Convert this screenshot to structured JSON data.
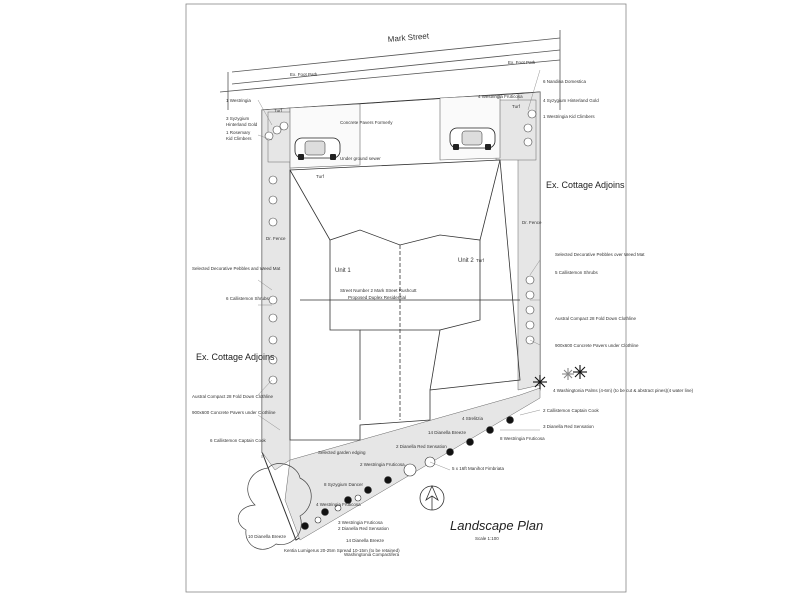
{
  "drawing": {
    "title": "Landscape Plan",
    "scale": "Scale 1:100",
    "street": "Mark Street",
    "adjoin_right": "Ex. Cottage Adjoins",
    "adjoin_left": "Ex. Cottage Adjoins",
    "unit_1": "Unit 1",
    "unit_2": "Unit 2",
    "center_note_1": "Street Number 2 Mark Street Rushcutt",
    "center_note_2": "Proposed Duplex Residential",
    "concrete_note": "Concrete Pavers Formerly",
    "roof_note": "Under ground sewer",
    "labels_left": [
      "1 Westringia",
      "3 Syzygium",
      "Hinterland Gold",
      "1 Rosemary",
      "Kid Climbers",
      "Selected Decorative Pebbles and Weed Mat",
      "6 Callistemon Shrubs",
      "Austral Compact 28 Fold Down Clothline",
      "900x600 Concrete Pavers under Clothline",
      "6 Callistemon Captain Cook",
      "Selected garden edging"
    ],
    "labels_right": [
      "6 Nandina Domestica",
      "4 Westringia Fruticosa",
      "4 Syzygium Hinterland Gold",
      "1 Westringia Kid Climbers",
      "Selected Decorative Pebbles over Weed Mat",
      "5 Callistemon Shrubs",
      "Austral Compact 28 Fold Down Clothline",
      "900x600 Concrete Pavers under Clothline",
      "4 Strelitzia",
      "3 Dianella Red Sensation",
      "2 Callistemon Captain Cook",
      "8 Westringia Fruticosa",
      "5 x 16ft Manihot Fimbriata"
    ],
    "labels_bottom": [
      "14 Dianella Breeze",
      "2 Dianella Red Sensation",
      "2 Westringia Fruticosa",
      "8 Syzygium Dancer",
      "4 Westringia Fruticosa",
      "3 Westringia Fruticosa",
      "2 Dianella Red Sensation",
      "14 Dianella Breeze",
      "Kentia Lumigerus 20-25m Spread 10-15m (to be retained)",
      "Washingtonia Compactifera",
      "10 Dianella Breeze"
    ],
    "right_palm_note": "4 Washingtonia Palms (4-6m) (to be cut & abstract pines)(4 water line)",
    "dims": [
      "Ex. Foot Path",
      "Ex. Foot Path",
      "Turf",
      "Turf",
      "Turf",
      "Turf",
      "Dr. Fence",
      "Dr. Fence"
    ]
  }
}
